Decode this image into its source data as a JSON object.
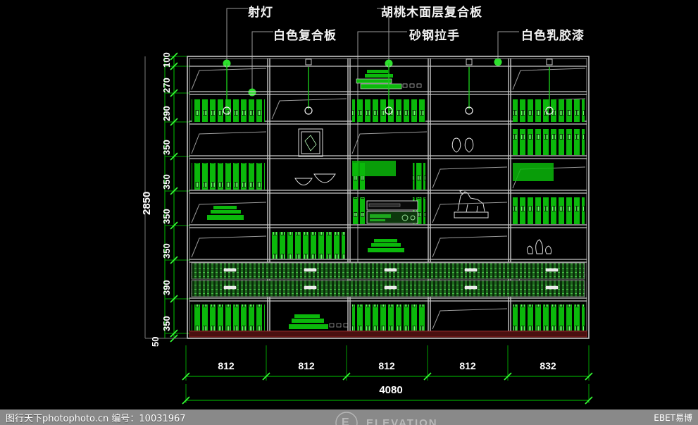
{
  "drawing": {
    "title": "ELEVATION",
    "title_marker": "E",
    "colors": {
      "background": "#000000",
      "line_green": "#00e000",
      "line_gray": "#b9b9b9",
      "book_green": "#00b400",
      "dim_text": "#ffffff",
      "node_green": "#2ee02e",
      "base_red": "#7a1a1a"
    }
  },
  "callouts": [
    {
      "id": "spotlight",
      "label": "射灯"
    },
    {
      "id": "white-panel",
      "label": "白色复合板"
    },
    {
      "id": "walnut-panel",
      "label": "胡桃木面层复合板"
    },
    {
      "id": "steel-handle",
      "label": "砂钢拉手"
    },
    {
      "id": "latex-paint",
      "label": "白色乳胶漆"
    }
  ],
  "dimensions": {
    "vertical_chain": [
      "100",
      "270",
      "290",
      "350",
      "350",
      "350",
      "350",
      "390",
      "350",
      "50"
    ],
    "vertical_total": "2850",
    "horizontal_chain": [
      "812",
      "812",
      "812",
      "812",
      "832"
    ],
    "horizontal_total": "4080"
  },
  "footer": {
    "watermark": "图行天下photophoto.cn  编号：10031967",
    "brand_right": "EBET易博"
  }
}
